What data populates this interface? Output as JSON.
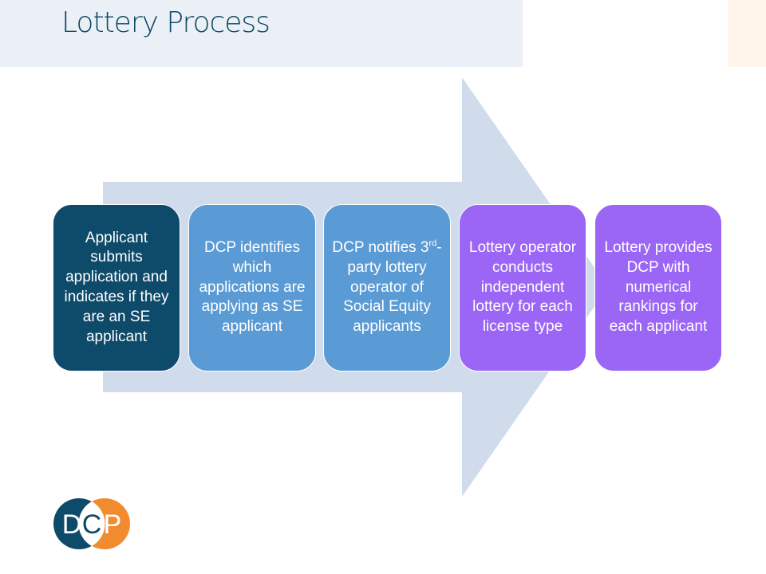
{
  "slide": {
    "title": "Lottery Process",
    "colors": {
      "title_text": "#0e4a66",
      "title_band": "#eaf0f5",
      "arrow": "#d0dcec",
      "step_dark": "#0e4a6a",
      "step_blue": "#5b9bd5",
      "step_purple": "#9b66f5",
      "logo_blue": "#0e4a6a",
      "logo_orange": "#f28a2e"
    },
    "steps": [
      {
        "text": "Applicant submits application and indicates if they are an SE applicant"
      },
      {
        "text": "DCP identifies which applications are applying as SE applicant"
      },
      {
        "text_pre": "DCP notifies 3",
        "text_sup": "rd",
        "text_post": "-party lottery operator of Social Equity applicants"
      },
      {
        "text": "Lottery operator conducts independent lottery for each license type"
      },
      {
        "text": "Lottery provides DCP with numerical rankings for each applicant"
      }
    ],
    "logo": {
      "letters": [
        "D",
        "C",
        "P"
      ]
    }
  }
}
